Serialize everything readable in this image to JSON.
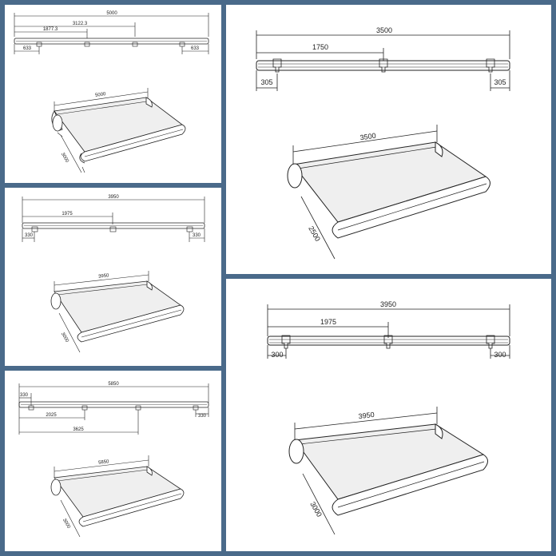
{
  "colors": {
    "frame": "#4a6a8a",
    "panel": "#ffffff",
    "ink": "#222222",
    "fabric": "#efefef"
  },
  "panels": {
    "p1": {
      "rail_total": "5000",
      "rail_mid_b": "3122.3",
      "rail_mid_a": "1877.3",
      "rail_left": "633",
      "rail_right": "633",
      "awning_width": "5000",
      "awning_projection": "3000"
    },
    "p2": {
      "rail_total": "3950",
      "rail_mid": "1975",
      "rail_left": "330",
      "rail_right": "330",
      "awning_width": "3950",
      "awning_projection": "3000"
    },
    "p3": {
      "rail_total": "5850",
      "rail_left": "330",
      "rail_right": "330",
      "rail_mid_a": "2025",
      "rail_mid_b": "3625",
      "awning_width": "5850",
      "awning_projection": "3000"
    },
    "p4": {
      "rail_total": "3500",
      "rail_mid": "1750",
      "rail_left": "305",
      "rail_right": "305",
      "awning_width": "3500",
      "awning_projection": "2500"
    },
    "p5": {
      "rail_total": "3950",
      "rail_mid": "1975",
      "rail_left": "300",
      "rail_right": "300",
      "awning_width": "3950",
      "awning_projection": "3000"
    }
  }
}
